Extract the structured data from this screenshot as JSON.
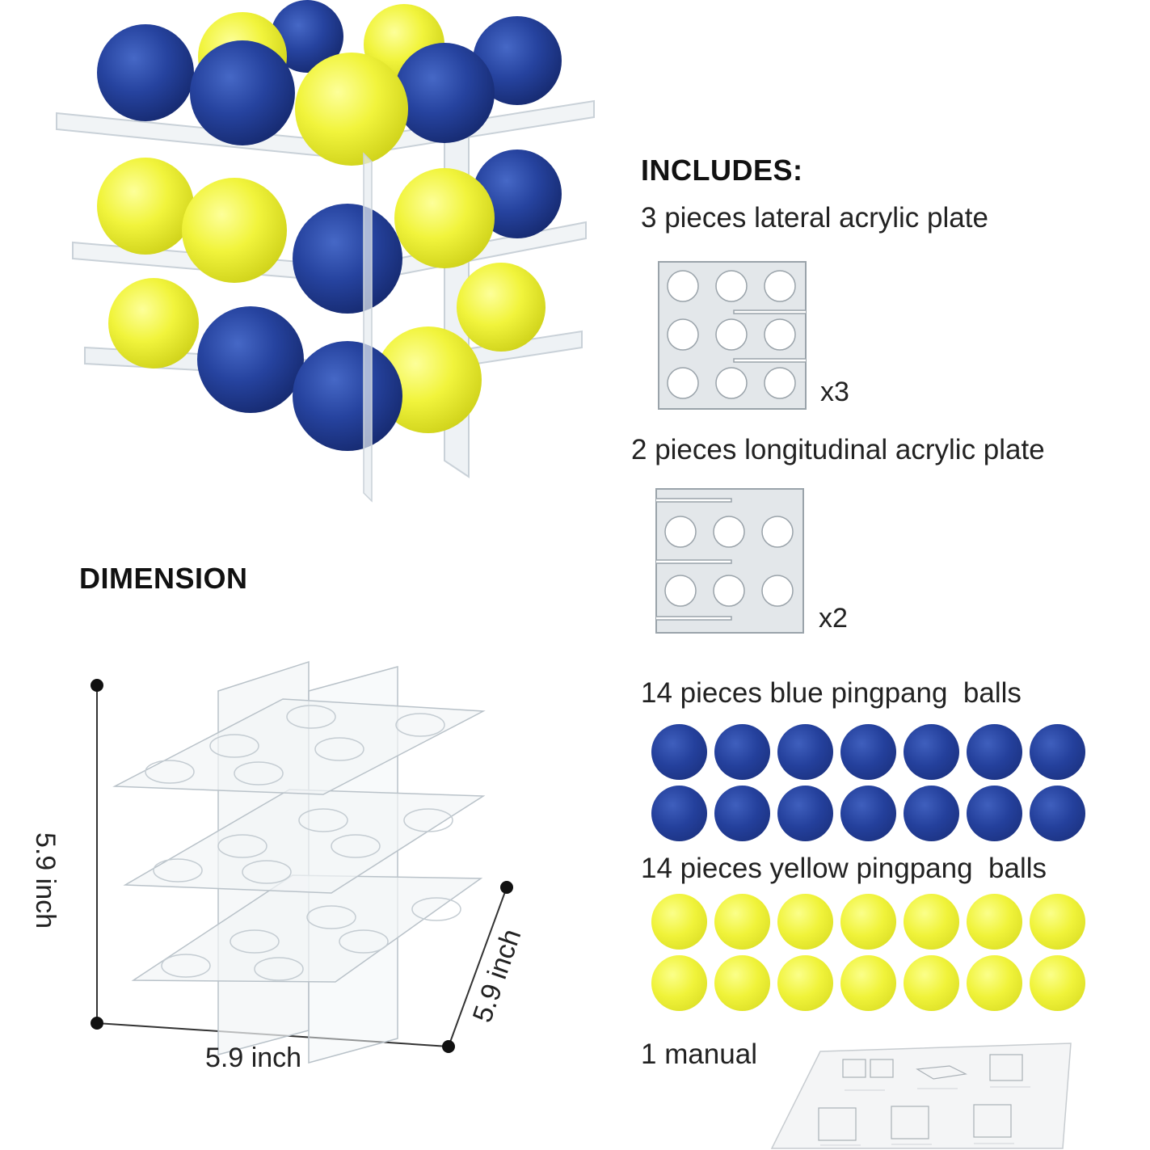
{
  "includes": {
    "heading": "INCLUDES:",
    "lateral_label": "3 pieces lateral acrylic plate",
    "lateral_qty": "x3",
    "longitudinal_label": "2 pieces longitudinal acrylic plate",
    "longitudinal_qty": "x2",
    "blue_label": "14 pieces blue pingpang  balls",
    "blue_count": 14,
    "yellow_label": "14 pieces yellow pingpang  balls",
    "yellow_count": 14,
    "manual_label": "1 manual"
  },
  "dimension": {
    "heading": "DIMENSION",
    "height": "5.9 inch",
    "width": "5.9 inch",
    "depth": "5.9 inch"
  },
  "colors": {
    "blue_ball": "#24409c",
    "yellow_ball": "#f0f33a",
    "acrylic": "#dfe5ea"
  }
}
